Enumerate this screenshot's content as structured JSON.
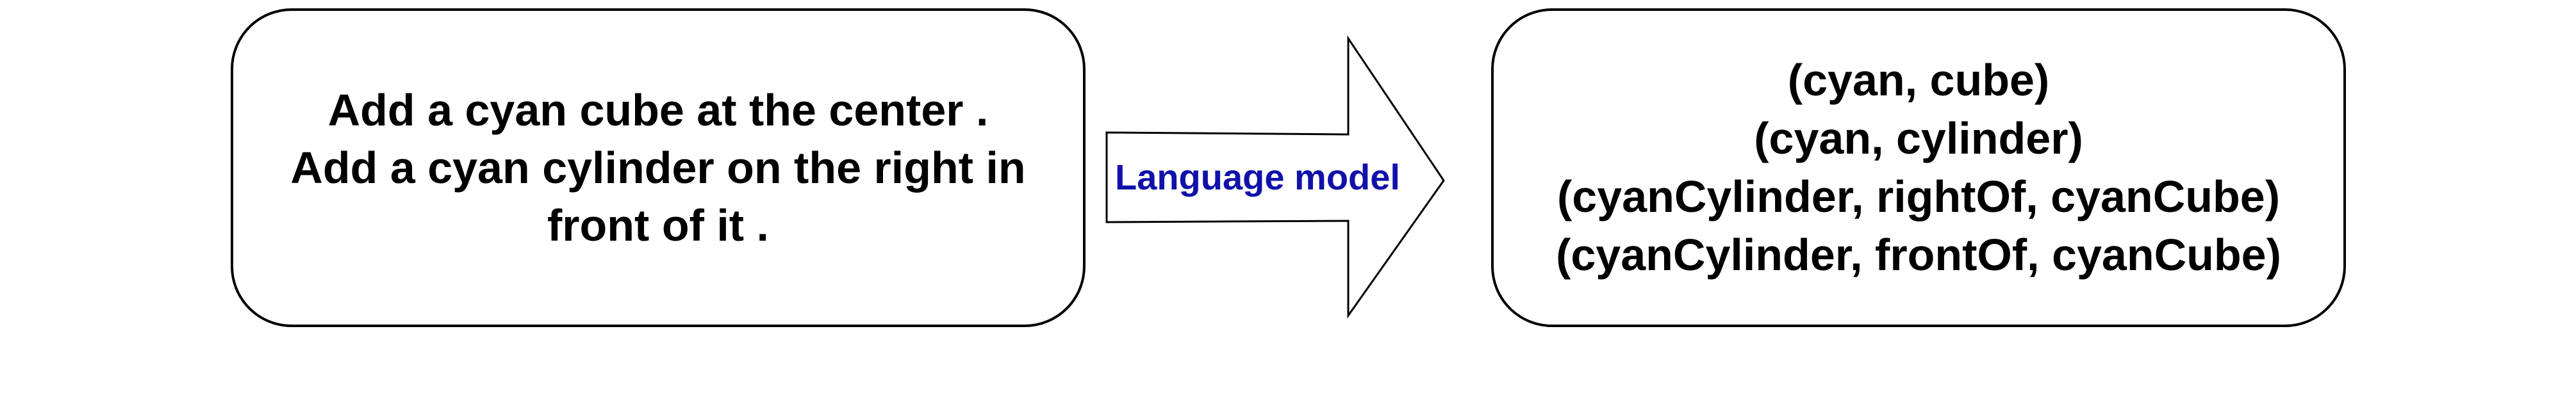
{
  "input": {
    "lines": [
      "Add a cyan cube at the center .",
      "Add a cyan cylinder on the right in",
      "front of it ."
    ]
  },
  "arrow": {
    "label": "Language model",
    "label_color": "#1111aa"
  },
  "output": {
    "lines": [
      "(cyan, cube)",
      "(cyan, cylinder)",
      "(cyanCylinder, rightOf, cyanCube)",
      "(cyanCylinder, frontOf, cyanCube)"
    ]
  }
}
